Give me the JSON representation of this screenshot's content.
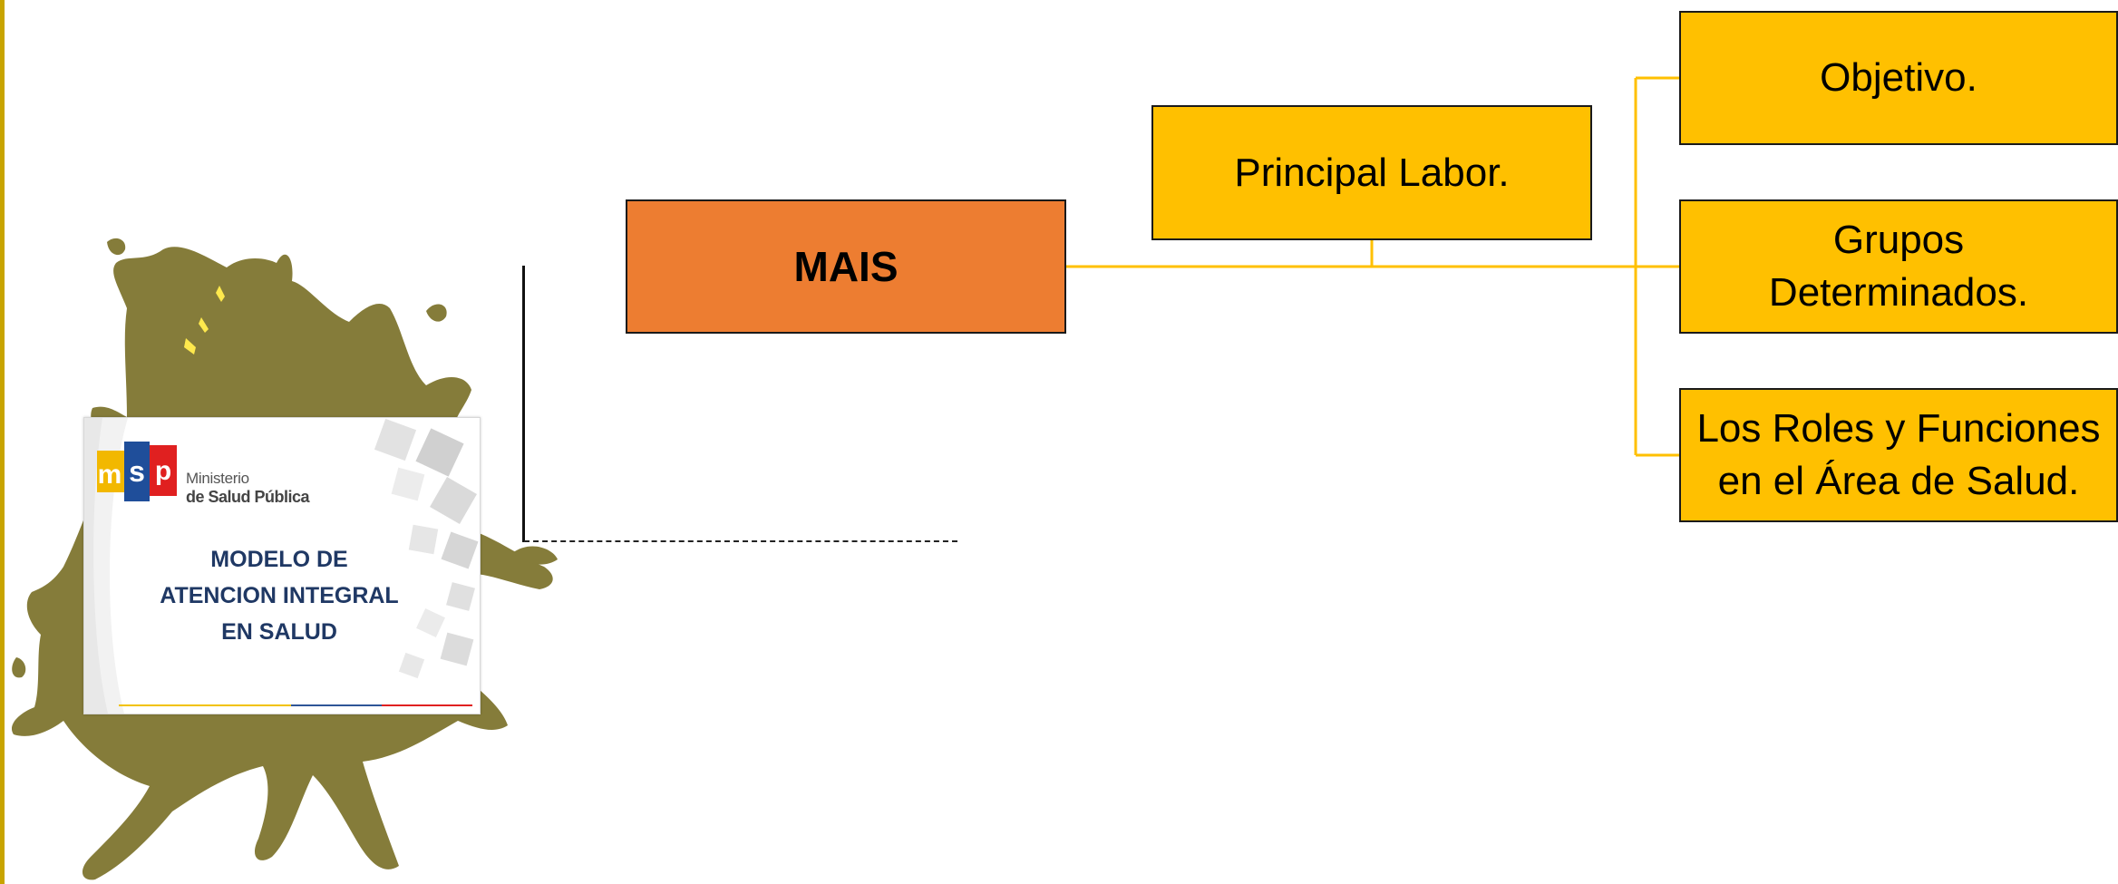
{
  "cover": {
    "org_line1": "Ministerio",
    "org_line2": "de Salud Pública",
    "logo_letters": [
      "m",
      "s",
      "p"
    ],
    "title_lines": [
      "MODELO DE",
      "ATENCION INTEGRAL",
      "EN SALUD"
    ]
  },
  "diagram": {
    "root": "MAIS",
    "labor": "Principal Labor.",
    "objetivo": "Objetivo.",
    "grupos": "Grupos\nDeterminados.",
    "roles": "Los Roles y Funciones\nen el Área de Salud."
  },
  "colors": {
    "root_fill": "#ED7D31",
    "node_fill": "#FFC000",
    "connector": "#FFC000",
    "splash": "#857C3A",
    "accent_rule": "#C8A400",
    "cover_title": "#1F3864"
  }
}
